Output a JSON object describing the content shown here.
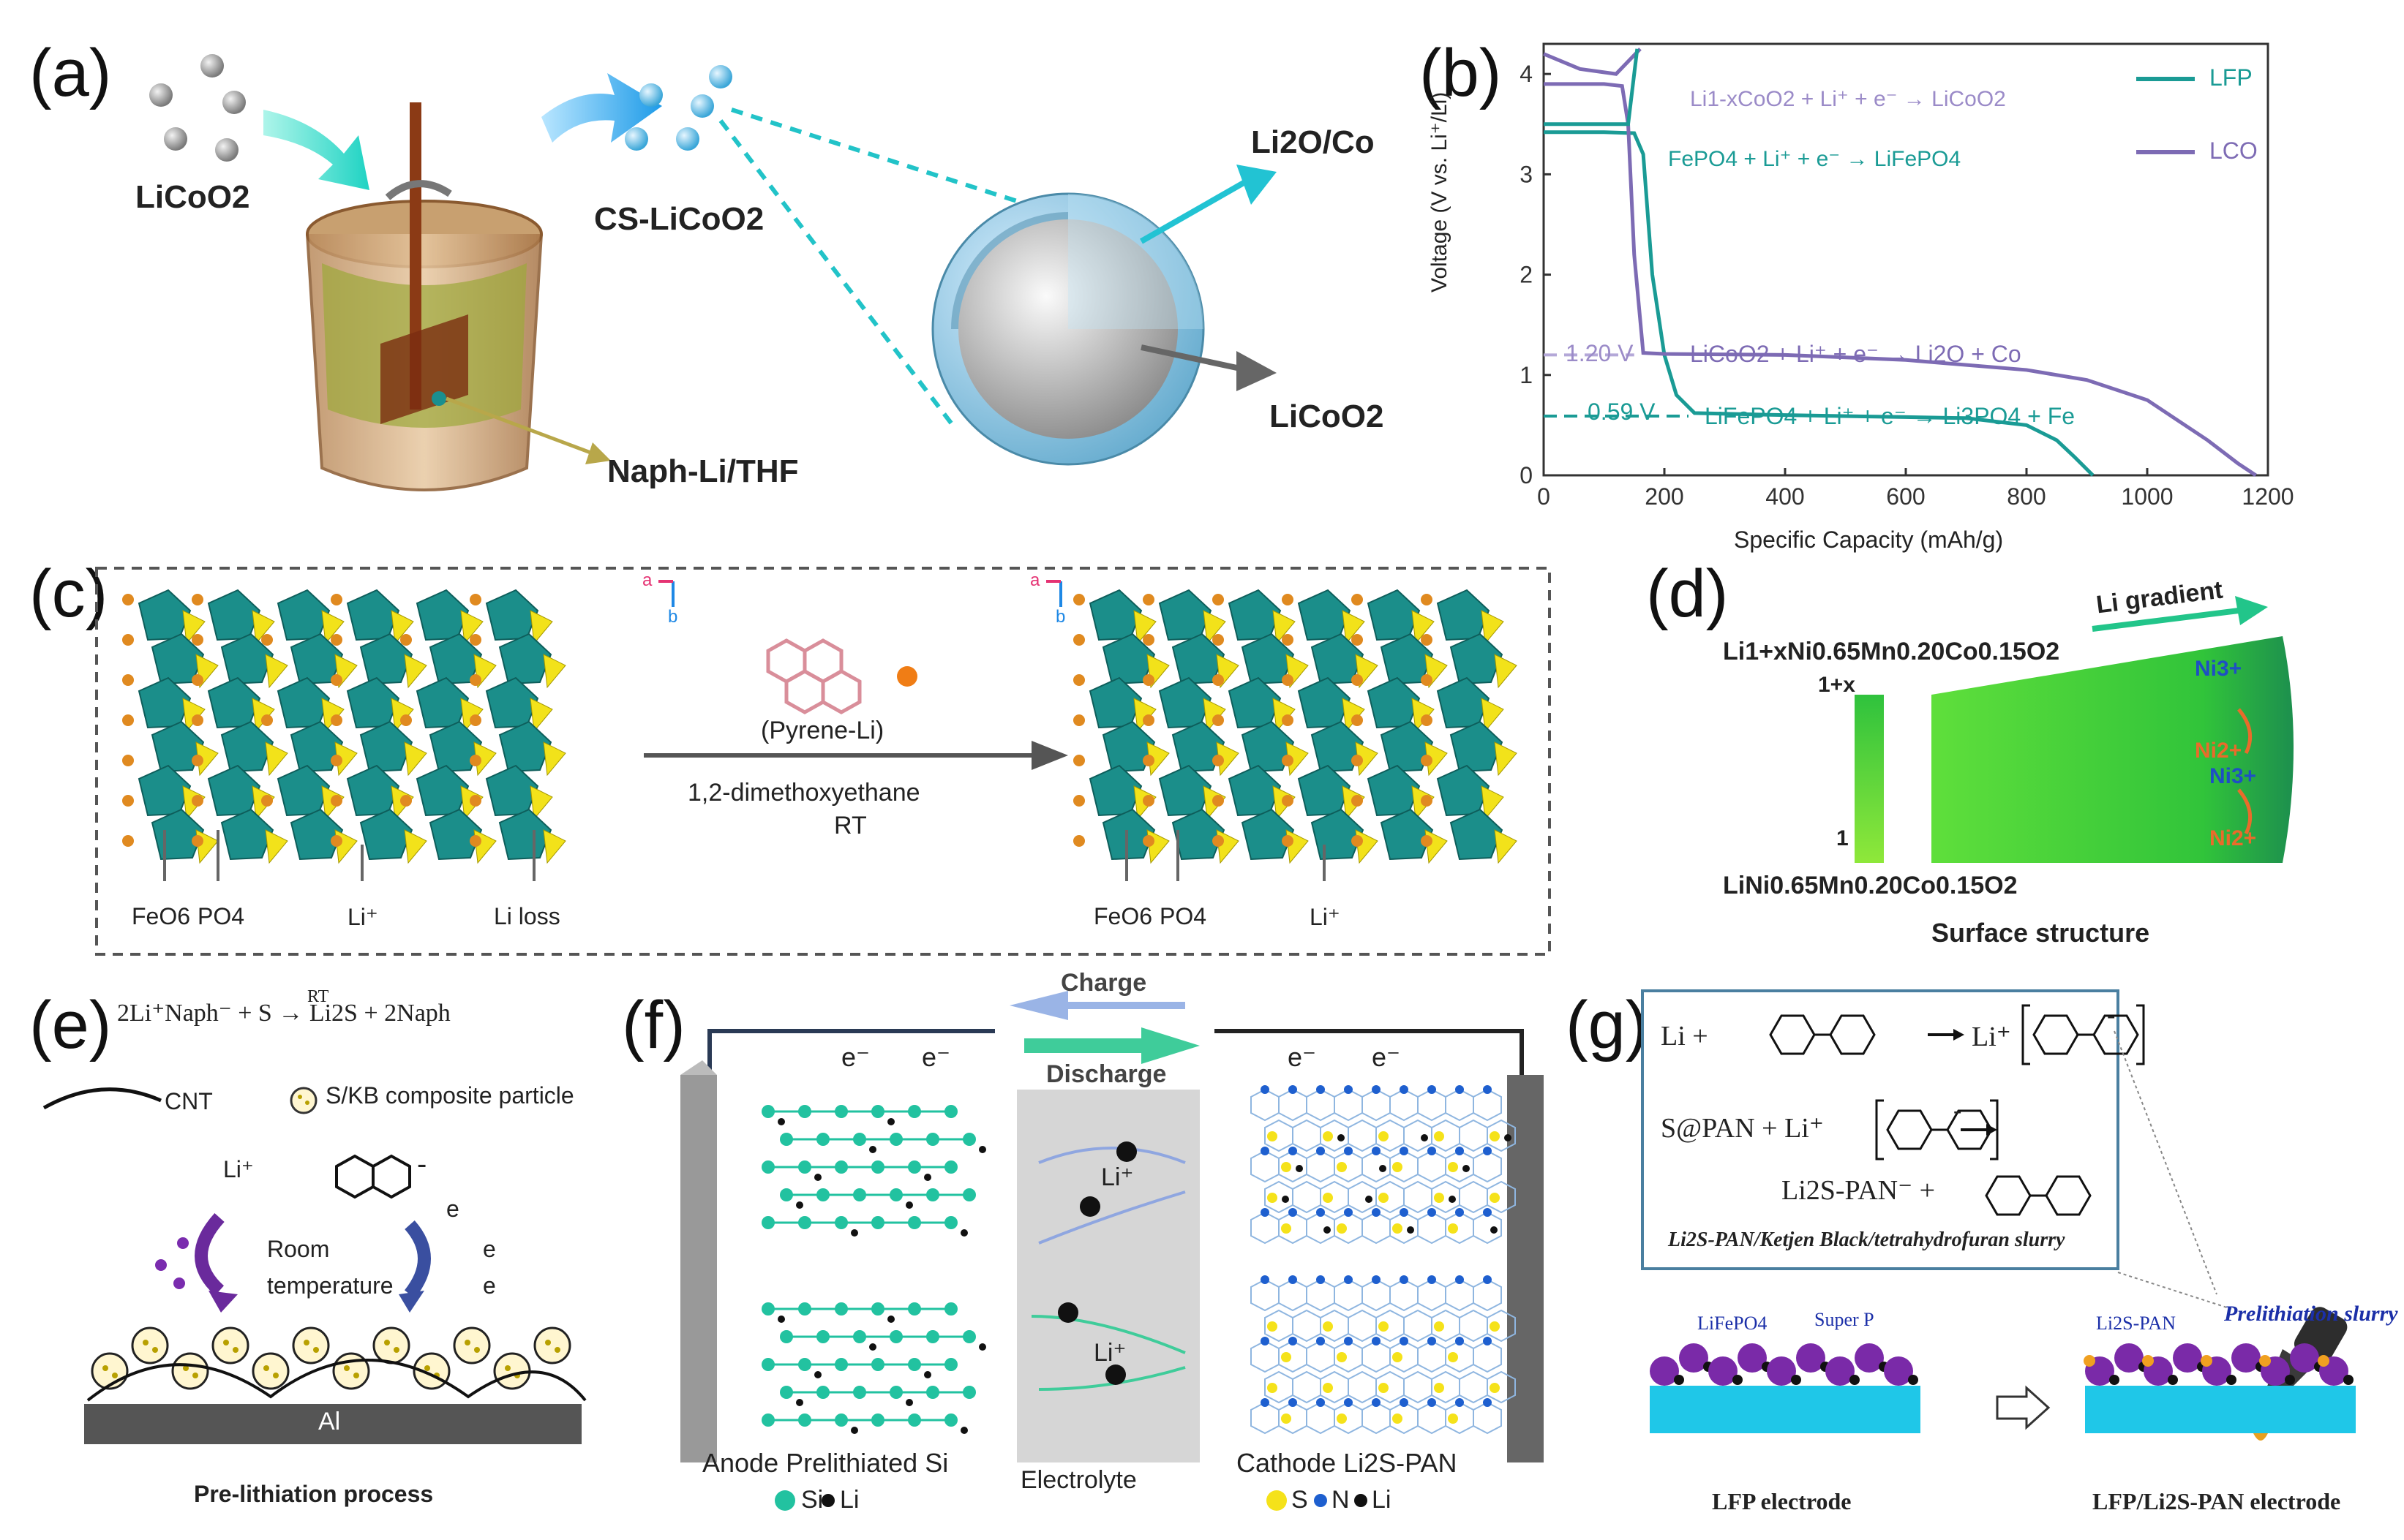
{
  "panel_labels": {
    "a": "(a)",
    "b": "(b)",
    "c": "(c)",
    "d": "(d)",
    "e": "(e)",
    "f": "(f)",
    "g": "(g)"
  },
  "panel_a": {
    "licoo2": "LiCoO2",
    "cs_licoo2": "CS-LiCoO2",
    "li2o_co": "Li2O/Co",
    "core_licoo2": "LiCoO2",
    "naph": "Naph-Li/THF"
  },
  "panel_b": {
    "legend": {
      "lfp": "LFP",
      "lco": "LCO"
    },
    "annotations": {
      "lco_top": "Li1-xCoO2 + Li⁺ + e⁻ → LiCoO2",
      "lfp_top": "FePO4 + Li⁺ + e⁻ → LiFePO4",
      "lco_plateau": "1.20 V",
      "lco_reaction": "LiCoO2 + Li⁺ + e⁻ → Li2O + Co",
      "lfp_plateau": "0.59 V",
      "lfp_reaction": "LiFePO4 + Li⁺ + e⁻ → Li3PO4 + Fe"
    },
    "colors": {
      "lfp": "#1a9b95",
      "lco": "#7d6bb4"
    }
  },
  "chart_data": {
    "type": "line",
    "xlabel": "Specific Capacity (mAh/g)",
    "ylabel": "Voltage (V vs. Li⁺/Li)",
    "xlim": [
      0,
      1200
    ],
    "ylim": [
      0,
      4.3
    ],
    "xticks": [
      "0",
      "200",
      "400",
      "600",
      "800",
      "1000",
      "1200"
    ],
    "yticks": [
      "0",
      "1",
      "2",
      "3",
      "4"
    ],
    "series": [
      {
        "name": "LFP",
        "x": [
          0,
          50,
          100,
          150,
          165,
          180,
          200,
          220,
          250,
          400,
          600,
          700,
          800,
          850,
          880,
          910
        ],
        "y": [
          3.42,
          3.42,
          3.42,
          3.41,
          3.2,
          2.0,
          1.2,
          0.8,
          0.62,
          0.6,
          0.58,
          0.57,
          0.5,
          0.35,
          0.18,
          0.0
        ]
      },
      {
        "name": "LCO",
        "x": [
          0,
          50,
          100,
          130,
          140,
          150,
          165,
          200,
          400,
          600,
          800,
          900,
          1000,
          1050,
          1100,
          1150,
          1180
        ],
        "y": [
          3.9,
          3.9,
          3.9,
          3.88,
          3.5,
          2.2,
          1.22,
          1.21,
          1.2,
          1.15,
          1.05,
          0.95,
          0.75,
          0.55,
          0.35,
          0.12,
          0.0
        ]
      }
    ],
    "legend_position": "top-right"
  },
  "panel_c": {
    "axis_a": "a",
    "axis_b": "b",
    "reagent": "(Pyrene-Li)",
    "solvent": "1,2-dimethoxyethane",
    "temp": "RT",
    "left_labels": [
      "FeO6",
      "PO4",
      "Li⁺",
      "Li loss"
    ],
    "right_labels": [
      "FeO6",
      "PO4",
      "Li⁺"
    ]
  },
  "panel_d": {
    "top_formula": "Li1+xNi0.65Mn0.20Co0.15O2",
    "bottom_formula": "LiNi0.65Mn0.20Co0.15O2",
    "gradient": "Li gradient",
    "scale_top": "1+x",
    "scale_bottom": "1",
    "ni3": "Ni3+",
    "ni2": "Ni2+",
    "caption": "Surface structure"
  },
  "panel_e": {
    "equation": "2Li⁺Naph⁻ + S → Li2S + 2Naph",
    "rt": "RT",
    "cnt": "CNT",
    "skb": "S/KB composite particle",
    "li": "Li⁺",
    "minus": "-",
    "room": "Room",
    "temperature": "temperature",
    "e1": "e",
    "e2": "e",
    "e3": "e",
    "al": "Al",
    "caption": "Pre-lithiation process"
  },
  "panel_f": {
    "charge": "Charge",
    "discharge": "Discharge",
    "electrons_left": [
      "e⁻",
      "e⁻"
    ],
    "electrons_right": [
      "e⁻",
      "e⁻"
    ],
    "li_top": "Li⁺",
    "li_bottom": "Li⁺",
    "anode": "Anode Prelithiated Si",
    "electrolyte": "Electrolyte",
    "cathode": "Cathode Li2S-PAN",
    "anode_legend": [
      "Si",
      "Li"
    ],
    "cathode_legend": [
      "S",
      "N",
      "Li"
    ]
  },
  "panel_g": {
    "eq1_li": "Li  +",
    "eq1_arrow_li": "Li⁺",
    "eq2": "S@PAN + Li⁺",
    "eq3": "Li2S-PAN⁻ +",
    "slurry_desc": "Li2S-PAN/Ketjen Black/tetrahydrofuran slurry",
    "lifepo4": "LiFePO4",
    "superp": "Super P",
    "li2span": "Li2S-PAN",
    "prelith": "Prelithiation slurry",
    "lfp_electrode": "LFP electrode",
    "lfp_li2s_electrode": "LFP/Li2S-PAN electrode",
    "minus": "-"
  }
}
